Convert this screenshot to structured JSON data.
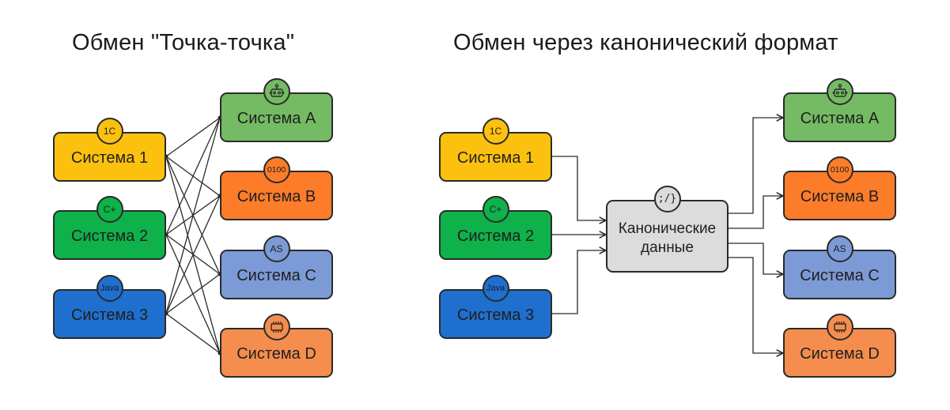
{
  "titles": {
    "left": "Обмен \"Точка-точка\"",
    "right": "Обмен через канонический формат"
  },
  "colors": {
    "yellow": "#fcc10e",
    "green_dark": "#0fb14a",
    "blue_dark": "#1f6fcf",
    "green_light": "#74bb63",
    "orange": "#fc7c2a",
    "blue_light": "#7c9ad6",
    "orange_light": "#f58d4f",
    "center_gray": "#dcdcdc",
    "stroke": "#2a2a2a"
  },
  "sources": [
    {
      "label": "Система 1",
      "badge": "1C",
      "icon": null,
      "color": "#fcc10e"
    },
    {
      "label": "Система 2",
      "badge": "C+",
      "icon": null,
      "color": "#0fb14a"
    },
    {
      "label": "Система 3",
      "badge": "Java",
      "icon": null,
      "color": "#1f6fcf"
    }
  ],
  "targets": [
    {
      "label": "Система A",
      "badge": "",
      "icon": "robot-icon",
      "color": "#74bb63"
    },
    {
      "label": "Система B",
      "badge": "0100",
      "icon": null,
      "color": "#fc7c2a"
    },
    {
      "label": "Система C",
      "badge": "AS",
      "icon": null,
      "color": "#7c9ad6"
    },
    {
      "label": "Система D",
      "badge": "",
      "icon": "chip-icon",
      "color": "#f58d4f"
    }
  ],
  "center": {
    "line1": "Канонические",
    "line2": "данные",
    "icon": "code-icon",
    "icon_text": ";/}"
  }
}
